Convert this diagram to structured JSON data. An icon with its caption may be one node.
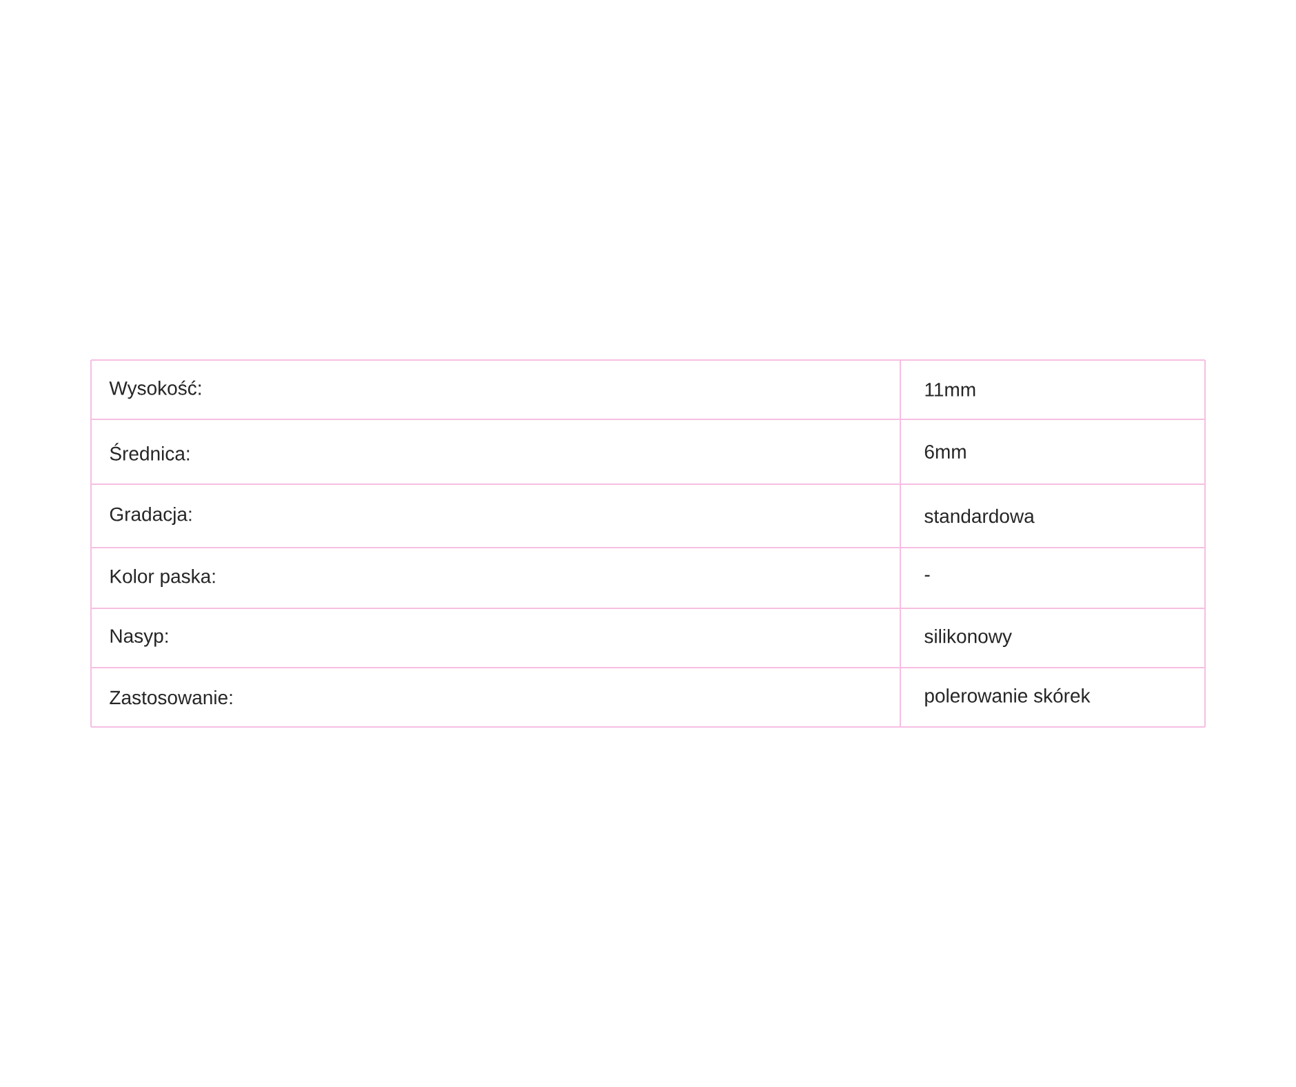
{
  "diagram": {
    "labels": [
      "Wysokość:",
      "11mm",
      "Średnica:",
      "6mm",
      "Gradacja:",
      "standardowa",
      "Kolor paska:",
      "-",
      "Nasyp:",
      "silikonowy",
      "Zastosowanie:",
      "polerowanie skórek"
    ]
  }
}
